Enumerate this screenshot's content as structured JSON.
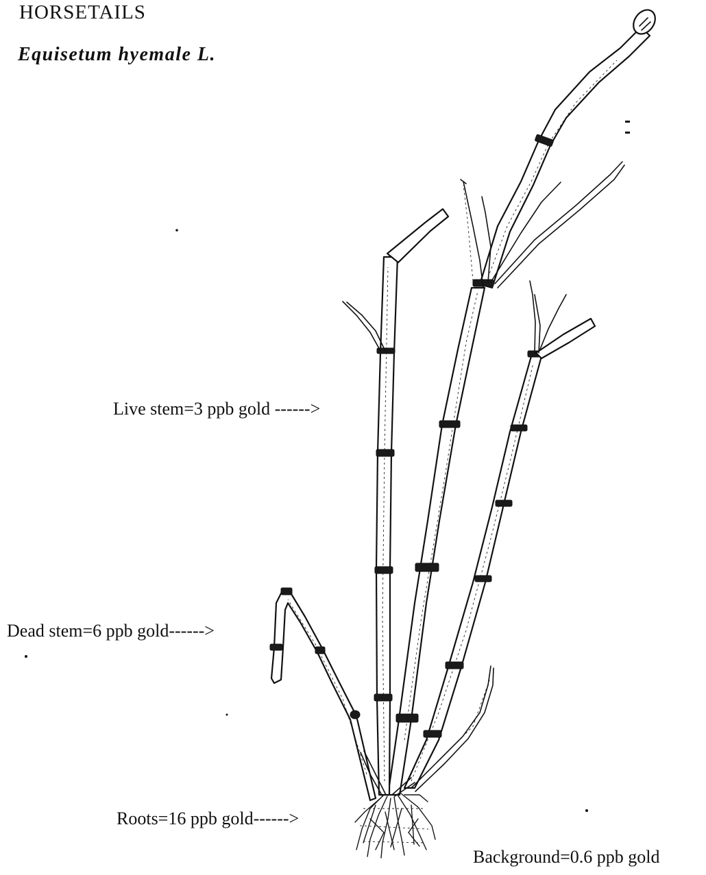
{
  "figure": {
    "title": "HORSETAILS",
    "subtitle": "Equisetum hyemale L."
  },
  "labels": {
    "live_stem": "Live stem=3 ppb gold ------>",
    "dead_stem": "Dead stem=6 ppb gold------>",
    "roots": "Roots=16 ppb gold------>",
    "background": "Background=0.6 ppb gold"
  },
  "colors": {
    "ink": "#111111",
    "paper": "#ffffff"
  }
}
